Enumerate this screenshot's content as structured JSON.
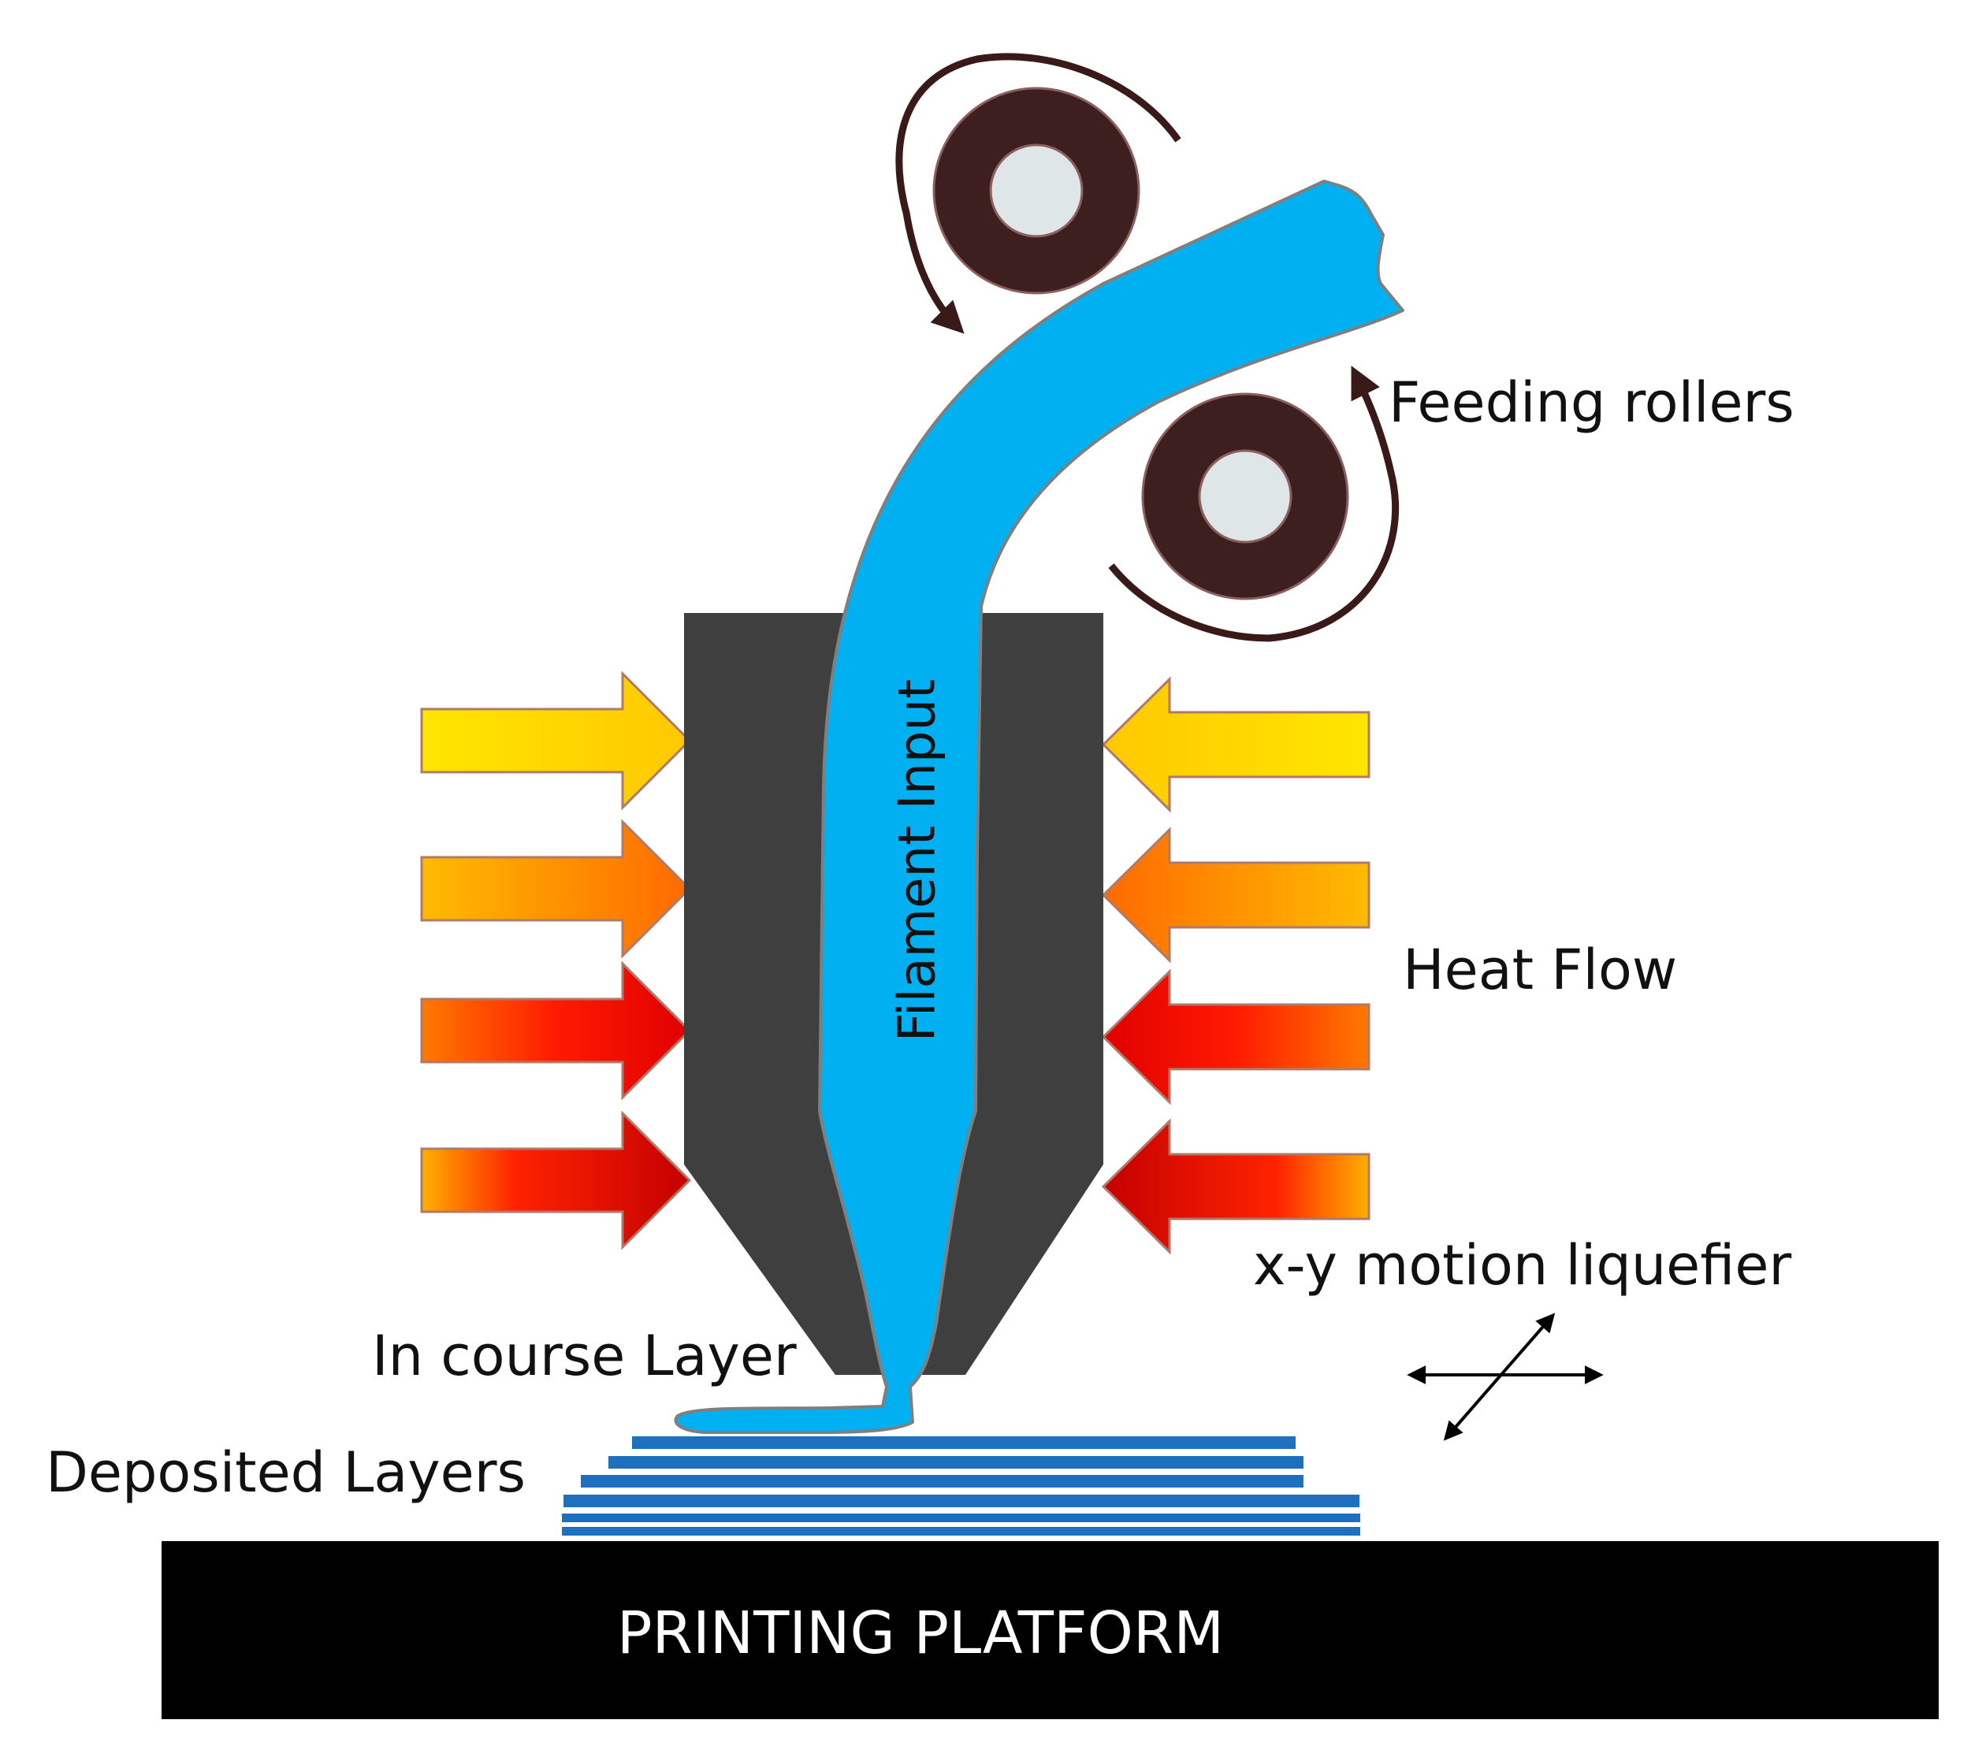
{
  "labels": {
    "feeding_rollers": "Feeding rollers",
    "filament_input": "Filament Input",
    "heat_flow": "Heat Flow",
    "motion": "x-y motion liquefier",
    "in_course_layer": "In course Layer",
    "deposited_layers": "Deposited Layers",
    "platform": "PRINTING PLATFORM"
  },
  "colors": {
    "filament": "#00b0f0",
    "filament_outline": "#7f7f7f",
    "nozzle": "#3f3f3f",
    "roller": "#3e1f1f",
    "roller_hub": "#dfe6e8",
    "rotation_arrow": "#3a1a18",
    "layers": "#1f6fbf",
    "platform": "#000000",
    "platform_text": "#ffffff",
    "heat_yellow": "#ffe600",
    "heat_orange": "#ff8c00",
    "heat_red": "#ff1a00",
    "heat_dark_red": "#cc0000"
  },
  "icons": {
    "rollers": "roller-icon",
    "heat": "heat-arrow-icon",
    "motion": "double-headed-arrow-icon"
  }
}
